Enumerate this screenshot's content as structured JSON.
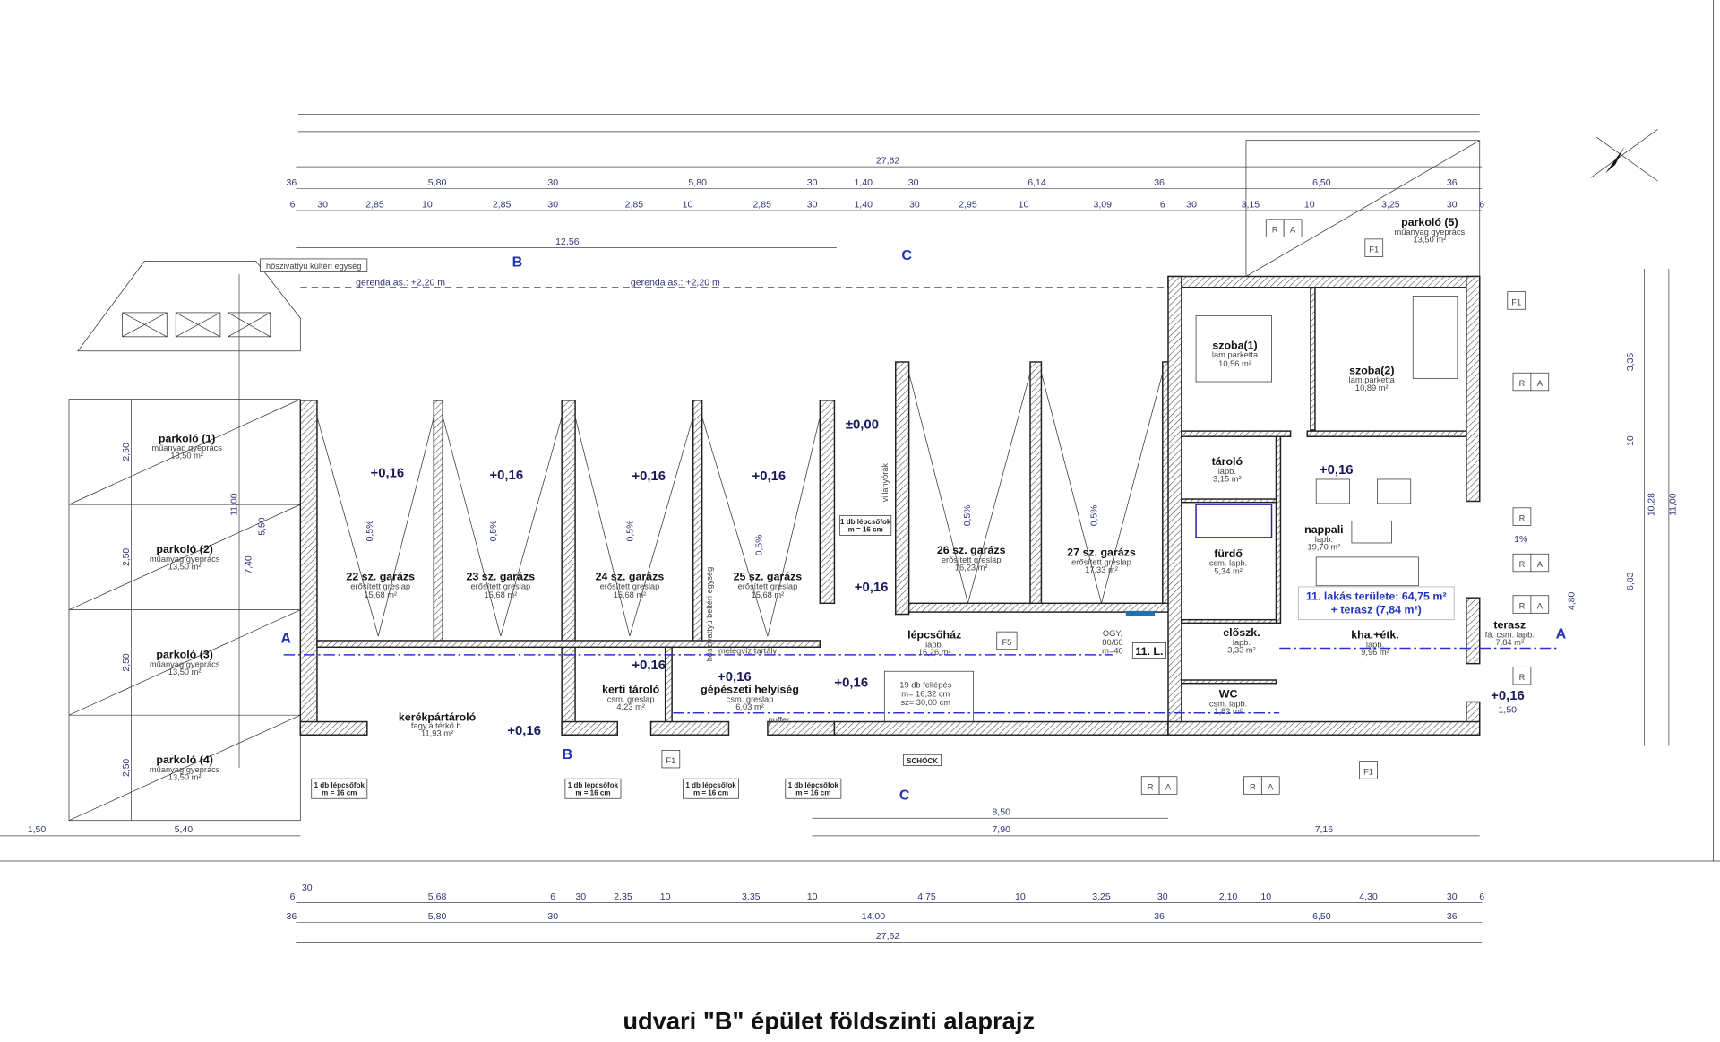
{
  "title": "udvari \"B\" épület földszinti alaprajz",
  "rooms": [
    {
      "name": "parkoló (1)",
      "floor": "műanyag gyeprács",
      "area": "13,50 m²"
    },
    {
      "name": "parkoló (2)",
      "floor": "műanyag gyeprács",
      "area": "13,50 m²"
    },
    {
      "name": "parkoló (3)",
      "floor": "műanyag gyeprács",
      "area": "13,50 m²"
    },
    {
      "name": "parkoló (4)",
      "floor": "műanyag gyeprács",
      "area": "13,50 m²"
    },
    {
      "name": "parkoló (5)",
      "floor": "műanyag gyeprács",
      "area": "13,50 m²"
    },
    {
      "name": "22 sz. garázs",
      "floor": "erősített greslap",
      "area": "15,68 m²"
    },
    {
      "name": "23 sz. garázs",
      "floor": "erősített greslap",
      "area": "15,68 m²"
    },
    {
      "name": "24 sz. garázs",
      "floor": "erősített greslap",
      "area": "15,68 m²"
    },
    {
      "name": "25 sz. garázs",
      "floor": "erősített greslap",
      "area": "15,68 m²"
    },
    {
      "name": "26 sz. garázs",
      "floor": "erősített greslap",
      "area": "16,23 m²"
    },
    {
      "name": "27 sz. garázs",
      "floor": "erősített greslap",
      "area": "17,33 m²"
    },
    {
      "name": "kerékpártároló",
      "floor": "fagy.á.térkő b.",
      "area": "11,93 m²"
    },
    {
      "name": "kerti tároló",
      "floor": "csm. greslap",
      "area": "4,23 m²"
    },
    {
      "name": "gépészeti helyiség",
      "floor": "csm. greslap",
      "area": "6,03 m²"
    },
    {
      "name": "lépcsőház",
      "floor": "lapb.",
      "area": "16,26 m²"
    },
    {
      "name": "szoba(1)",
      "floor": "lam.parketta",
      "area": "10,56 m²"
    },
    {
      "name": "szoba(2)",
      "floor": "lam.parketta",
      "area": "10,89 m²"
    },
    {
      "name": "tároló",
      "floor": "lapb.",
      "area": "3,15 m²"
    },
    {
      "name": "fürdő",
      "floor": "csm. lapb.",
      "area": "5,34 m²"
    },
    {
      "name": "nappali",
      "floor": "lapb.",
      "area": "19,70 m²"
    },
    {
      "name": "előszk.",
      "floor": "lapb.",
      "area": "3,33 m²"
    },
    {
      "name": "WC",
      "floor": "csm. lapb.",
      "area": "1,82 m²"
    },
    {
      "name": "kha.+étk.",
      "floor": "lapb.",
      "area": "9,96 m²"
    },
    {
      "name": "terasz",
      "floor": "fá. csm. lapb.",
      "area": "7,84 m²"
    }
  ],
  "apartment": {
    "line1": "11. lakás területe: 64,75 m²",
    "line2": "+ terasz (7,84 m²)",
    "label": "11. L."
  },
  "levels": {
    "garage": "+0,16",
    "zero": "±0,00"
  },
  "notes": {
    "beam": "gerenda as.: +2,20 m",
    "heatpump_out": "hőszivattyú kültéri egység",
    "heatpump_in": "hőszivattyú beltéri egység",
    "boiler": "melegvíz tartály",
    "buffer": "puffer",
    "electric": "villanyórák",
    "step1": "1 db lépcsőfok",
    "step2": "m = 16 cm",
    "stairs1": "19 db fellépés",
    "stairs2": "m= 16,32 cm",
    "stairs3": "sz= 30,00 cm",
    "schock": "SCHÖCK",
    "ogy1": "OGY.",
    "ogy2": "80/60",
    "ogy3": "m=40",
    "slope": "0,5%",
    "slope1": "1%"
  },
  "dims": {
    "top_total": "27,62",
    "top_row1": [
      "36",
      "5,80",
      "30",
      "5,80",
      "30",
      "1,40",
      "30",
      "6,14",
      "36",
      "6,50",
      "36"
    ],
    "top_row2": [
      "6",
      "30",
      "2,85",
      "10",
      "2,85",
      "30",
      "2,85",
      "10",
      "2,85",
      "30",
      "1,40",
      "30",
      "2,95",
      "10",
      "3,09",
      "6",
      "30",
      "3,15",
      "10",
      "3,25",
      "30",
      "6"
    ],
    "sub": "12,56",
    "bottom_row1": [
      "6",
      "30",
      "5,68",
      "6",
      "30",
      "2,35",
      "10",
      "3,35",
      "10",
      "4,75",
      "10",
      "3,25",
      "30",
      "2,10",
      "10",
      "4,30",
      "30",
      "6"
    ],
    "bottom_row2": [
      "36",
      "5,80",
      "30",
      "14,00",
      "36",
      "6,50",
      "36"
    ],
    "bottom_total": "27,62",
    "lower": [
      "8,50",
      "7,90",
      "7,16",
      "1,50",
      "5,40",
      "1,50"
    ],
    "left": [
      "2,50",
      "2,50",
      "2,50",
      "2,50",
      "11,00",
      "7,40",
      "5,50"
    ],
    "right": [
      "3,35",
      "10",
      "6,83",
      "4,80",
      "10,28",
      "11,00"
    ]
  },
  "sections": [
    "A",
    "B",
    "C"
  ],
  "tags": {
    "ra_r": "R",
    "ra_a": "A",
    "f1": "F1",
    "f5": "F5"
  }
}
